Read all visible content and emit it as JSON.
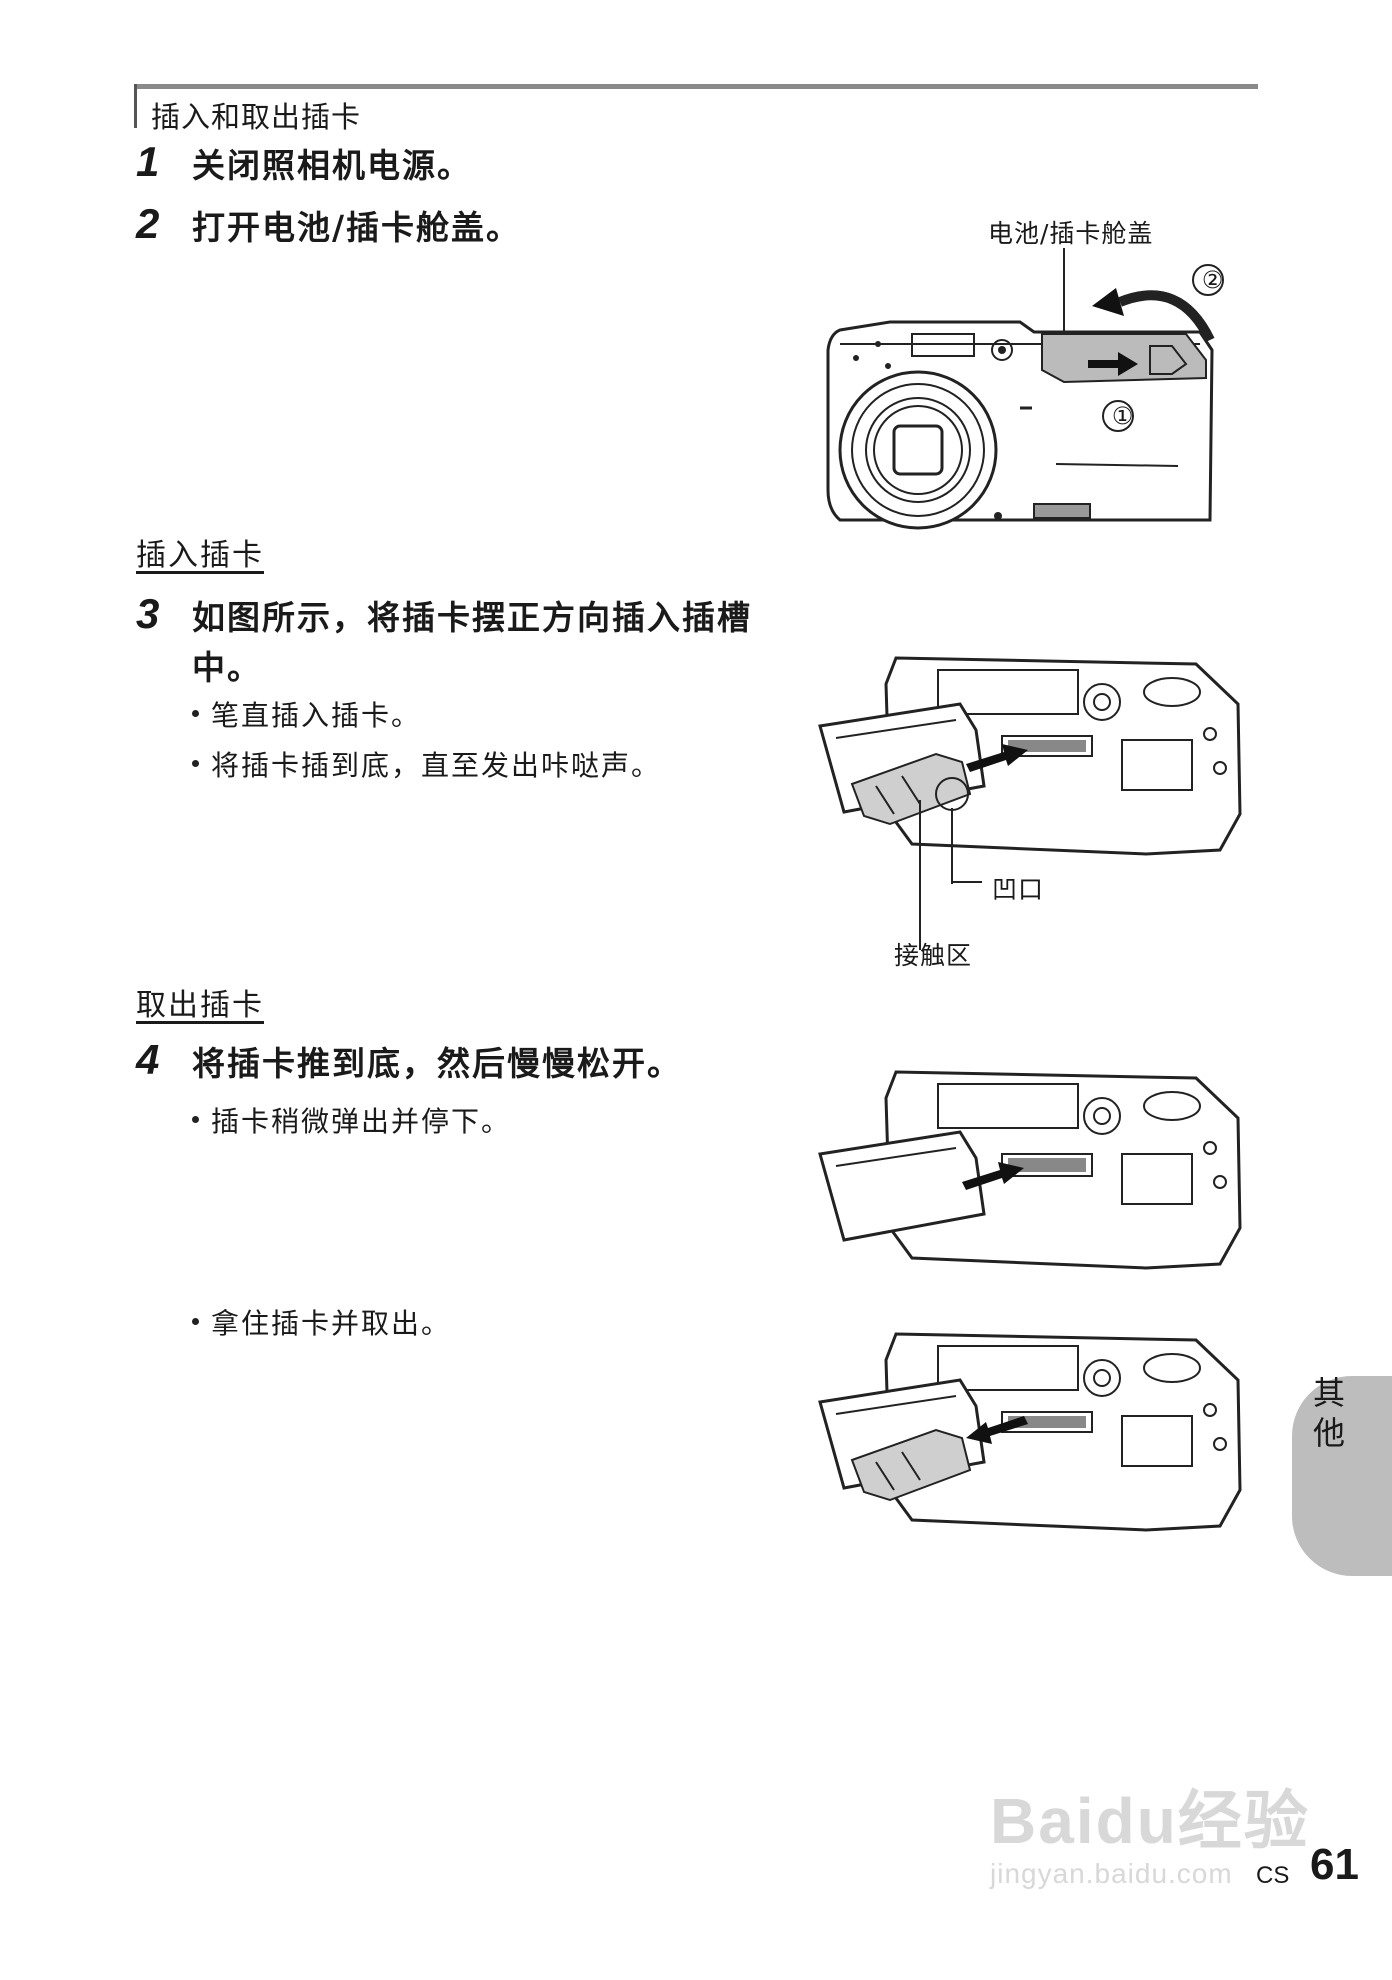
{
  "section_title": "插入和取出插卡",
  "steps": [
    {
      "num": "1",
      "text": "关闭照相机电源。"
    },
    {
      "num": "2",
      "text": "打开电池/插卡舱盖。"
    },
    {
      "num": "3",
      "text_line1": "如图所示，将插卡摆正方向插入插槽",
      "text_line2": "中。"
    },
    {
      "num": "4",
      "text": "将插卡推到底，然后慢慢松开。"
    }
  ],
  "subheads": {
    "insert": "插入插卡",
    "remove": "取出插卡"
  },
  "bullets": {
    "step3": [
      "笔直插入插卡。",
      "将插卡插到底，直至发出咔哒声。"
    ],
    "step4": [
      "插卡稍微弹出并停下。",
      "拿住插卡并取出。"
    ]
  },
  "callouts": {
    "cover": "电池/插卡舱盖",
    "circle1": "①",
    "circle2": "②",
    "notch": "凹口",
    "contact": "接触区"
  },
  "side_tab": "其他",
  "footer": {
    "lang": "CS",
    "page": "61"
  },
  "watermark": {
    "main": "Baidu经验",
    "sub": "jingyan.baidu.com"
  }
}
